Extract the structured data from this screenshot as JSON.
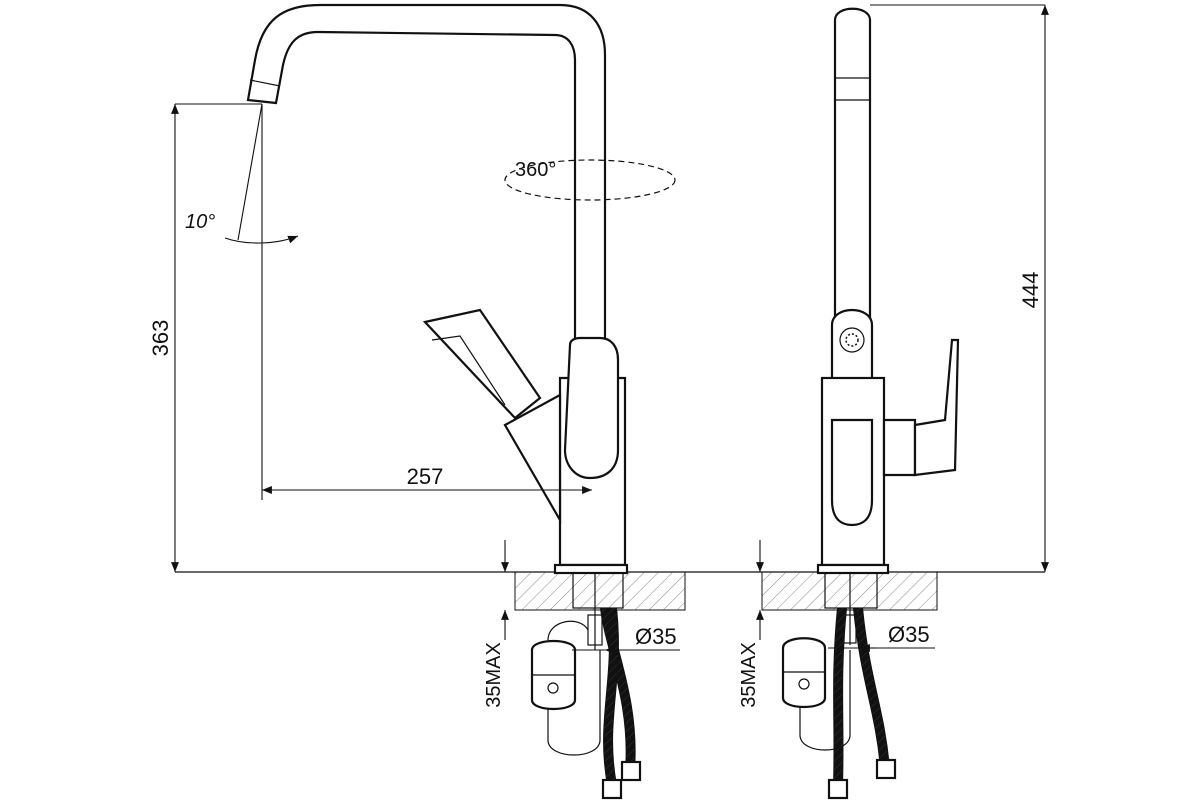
{
  "dimensions": {
    "spout_height": "363",
    "spout_reach": "257",
    "total_height": "444",
    "hole_diameter_left": "Ø35",
    "hole_diameter_right": "Ø35",
    "deck_thickness_left": "35MAX",
    "deck_thickness_right": "35MAX",
    "rotation_angle": "360°",
    "tilt_angle": "10°"
  },
  "colors": {
    "line": "#111111",
    "background": "#ffffff",
    "hatch": "#777777"
  }
}
